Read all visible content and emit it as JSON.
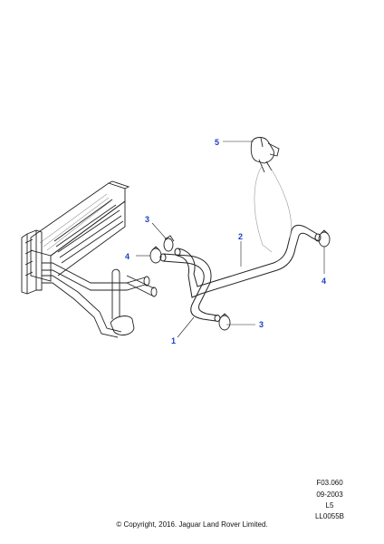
{
  "callouts": [
    {
      "label": "1"
    },
    {
      "label": "2"
    },
    {
      "label": "3"
    },
    {
      "label": "3"
    },
    {
      "label": "4"
    },
    {
      "label": "4"
    },
    {
      "label": "5"
    }
  ],
  "reference": {
    "figure": "F03.060",
    "date": "09-2003",
    "level": "L5",
    "code": "LL0055B"
  },
  "copyright": "© Copyright, 2016. Jaguar Land Rover Limited.",
  "colors": {
    "callout": "#1a3fc4",
    "line": "#222222",
    "faint": "#999999"
  }
}
